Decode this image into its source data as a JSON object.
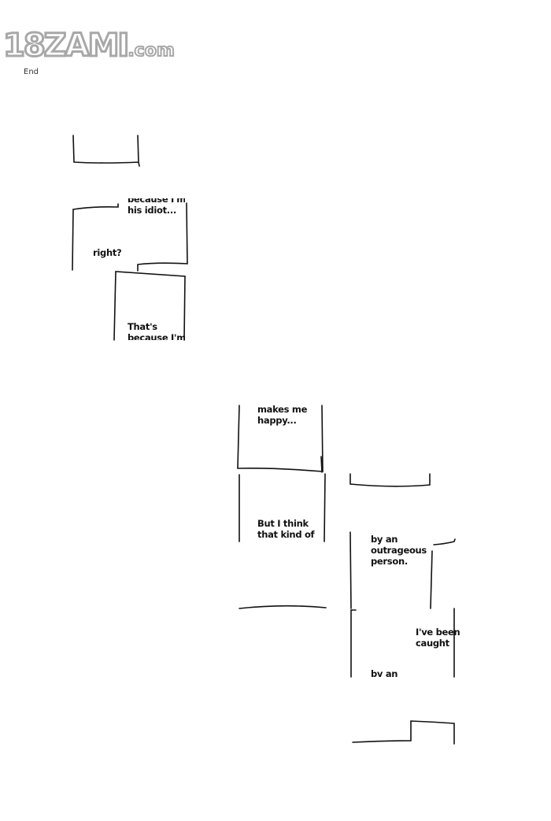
{
  "watermark": {
    "logo": "18ZAMI",
    "logo_suffix": ".com"
  },
  "end_mark": "End",
  "captions": {
    "box2_top": "because I'm",
    "box2_line2": "his idiot...",
    "box2_bottom": "right?",
    "box3_line1": "That's",
    "box3_line2": "because I'm",
    "box4_line1": "makes me",
    "box4_line2": "happy...",
    "box5_line1": "But I think",
    "box5_line2": "that kind of",
    "box7_line0": "by an",
    "box7_line1": "outrageous",
    "box7_line2": "person.",
    "box9_line1": "I've been",
    "box9_line2": "caught",
    "box9_line3": "by an"
  }
}
